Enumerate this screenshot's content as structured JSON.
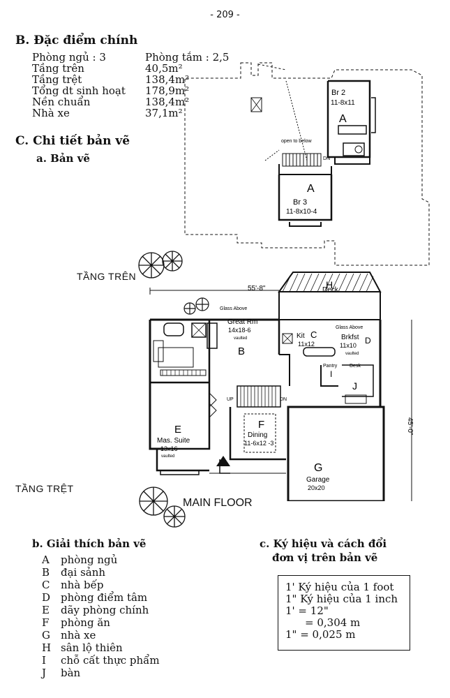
{
  "page_number": "- 209 -",
  "section_b": {
    "title": "B. Đặc điểm chính",
    "rows": [
      {
        "label": "Phòng ngủ : 3",
        "value": "Phòng tắm : 2,5"
      },
      {
        "label": "Tầng trên",
        "value": "40,5m²"
      },
      {
        "label": "Tầng trệt",
        "value": "138,4m²"
      },
      {
        "label": "Tổng dt sinh hoạt",
        "value": "178,9m²"
      },
      {
        "label": "Nền chuẩn",
        "value": "138,4m²"
      },
      {
        "label": "Nhà xe",
        "value": "37,1m²"
      }
    ]
  },
  "section_c": {
    "title": "C. Chi tiết bản vẽ",
    "sub_a": "a. Bản vẽ"
  },
  "upper_floor": {
    "label": "TẦNG TRÊN",
    "rooms": {
      "br2_name": "Br 2",
      "br2_size": "11-8x11",
      "br2_letter": "A",
      "br3_name": "Br 3",
      "br3_size": "11-8x10-4",
      "br3_letter": "A",
      "open_to_below": "open to below",
      "dn": "DN"
    }
  },
  "main_floor": {
    "label": "TẦNG TRỆT",
    "caption": "MAIN FLOOR",
    "width_dim": "55'-8\"",
    "depth_dim": "45'-0\"",
    "rooms": {
      "deck": "Deck",
      "deck_letter": "H",
      "glass_above_1": "Glass Above",
      "glass_above_2": "Glass Above",
      "great_name": "Great Rm",
      "great_size": "14x18-6",
      "great_note": "vaulted",
      "great_letter": "B",
      "kit_name": "Kit",
      "kit_letter": "C",
      "kit_size": "11x12",
      "brk_name": "Brkfst",
      "brk_size": "11x10",
      "brk_note": "vaulted",
      "brk_letter": "D",
      "pantry": "Pantry",
      "pantry_letter": "I",
      "desk": "Desk",
      "desk_letter": "J",
      "up": "UP",
      "dn": "DN",
      "dining_letter": "F",
      "dining_name": "Dining",
      "dining_size": "11-6x12 -3",
      "mas_letter": "E",
      "mas_name": "Mas. Suite",
      "mas_size": "13x16",
      "mas_note": "vaulted",
      "garage_letter": "G",
      "garage_name": "Garage",
      "garage_size": "20x20"
    }
  },
  "legend": {
    "title": "b. Giải thích bản vẽ",
    "items": [
      {
        "key": "A",
        "desc": "phòng ngủ"
      },
      {
        "key": "B",
        "desc": "đại sảnh"
      },
      {
        "key": "C",
        "desc": "nhà bếp"
      },
      {
        "key": "D",
        "desc": "phòng điểm tâm"
      },
      {
        "key": "E",
        "desc": "dãy phòng chính"
      },
      {
        "key": "F",
        "desc": "phòng ăn"
      },
      {
        "key": "G",
        "desc": "nhà xe"
      },
      {
        "key": "H",
        "desc": "sân lộ thiên"
      },
      {
        "key": "I",
        "desc": "chỗ cất thực phẩm"
      },
      {
        "key": "J",
        "desc": "bàn"
      }
    ]
  },
  "units": {
    "title_1": "c. Ký hiệu và cách đổi",
    "title_2": "đơn vị trên bản vẽ",
    "lines": [
      "1' Ký hiệu của 1 foot",
      "1\" Ký hiệu của 1 inch",
      "1'  = 12\"",
      "= 0,304 m",
      "1\"  = 0,025 m"
    ]
  }
}
